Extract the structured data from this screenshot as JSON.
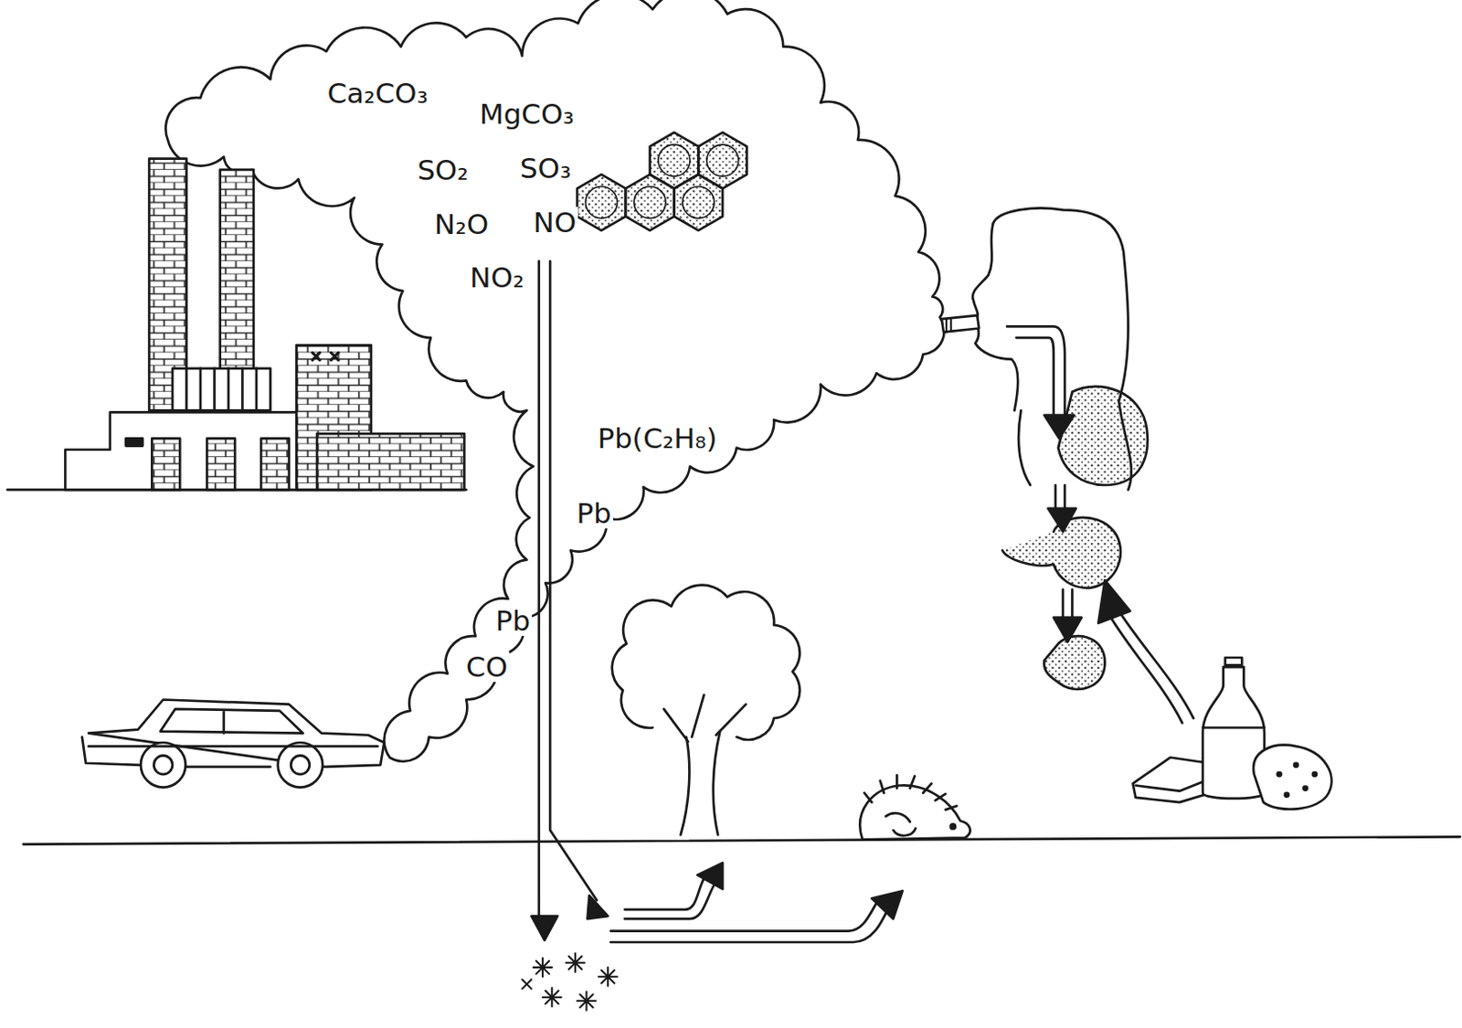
{
  "diagram": {
    "labels": [
      "Ca₂CO₃",
      "MgCO₃",
      "SO₂",
      "SO₃",
      "N₂O",
      "NO",
      "NO₂",
      "Pb(C₂H₈)",
      "Pb",
      "Pb",
      "CO"
    ]
  }
}
